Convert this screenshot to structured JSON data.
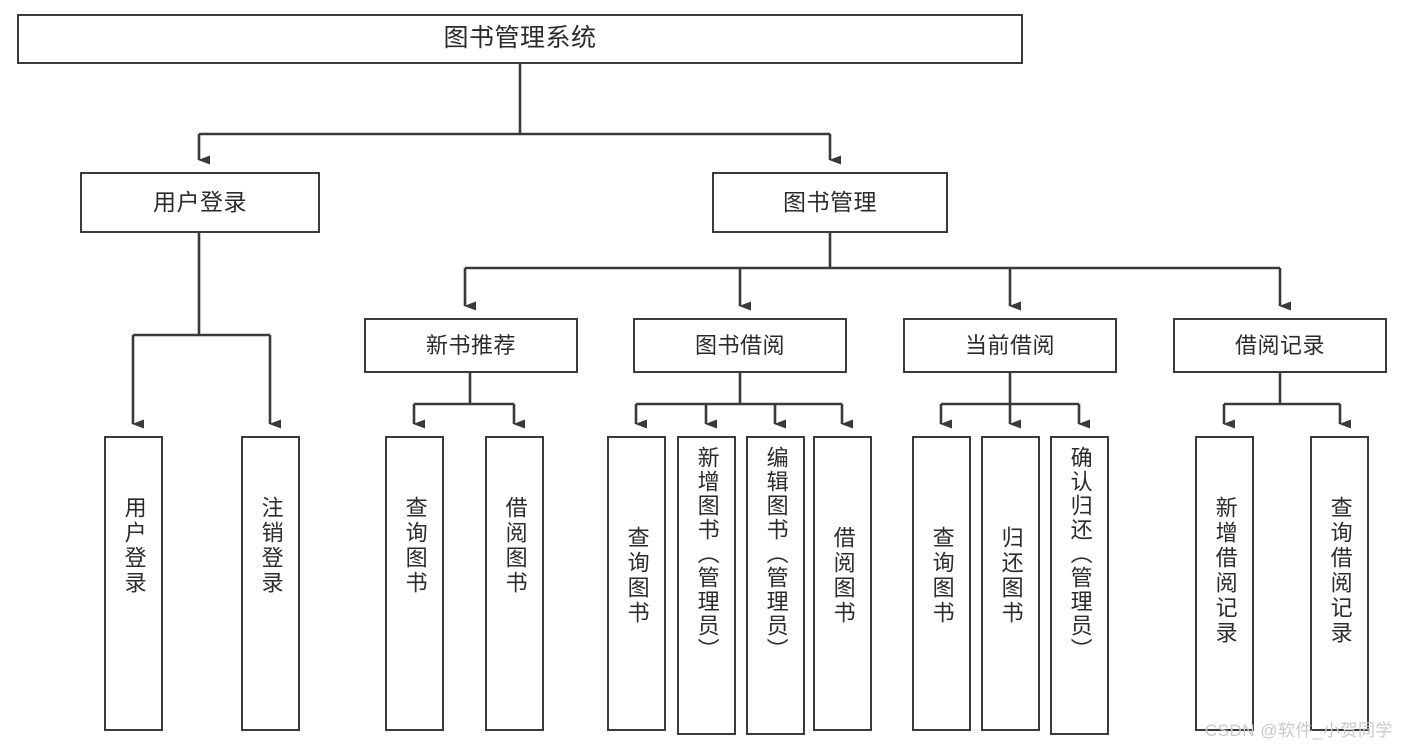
{
  "diagram": {
    "title": "图书管理系统",
    "type": "tree",
    "watermark": "CSDN @软件_小贺同学",
    "colors": {
      "stroke": "#3a3a3a",
      "fill": "#ffffff",
      "text": "#2b2b2b",
      "watermark": "#c9c9c9"
    },
    "nodes": {
      "root": {
        "label": "图书管理系统"
      },
      "level1": [
        {
          "id": "user-login",
          "label": "用户登录"
        },
        {
          "id": "book-manage",
          "label": "图书管理"
        }
      ],
      "level2": [
        {
          "id": "new-book-recommend",
          "label": "新书推荐"
        },
        {
          "id": "book-borrow",
          "label": "图书借阅"
        },
        {
          "id": "current-borrow",
          "label": "当前借阅"
        },
        {
          "id": "borrow-record",
          "label": "借阅记录"
        }
      ],
      "leaves": {
        "user_login": [
          {
            "id": "leaf-user-login",
            "label": "用户登录"
          },
          {
            "id": "leaf-logout-login",
            "label": "注销登录"
          }
        ],
        "new_book_recommend": [
          {
            "id": "leaf-query-book-1",
            "label": "查询图书"
          },
          {
            "id": "leaf-borrow-book-1",
            "label": "借阅图书"
          }
        ],
        "book_borrow": [
          {
            "id": "leaf-query-book-2",
            "label": "查询图书"
          },
          {
            "id": "leaf-add-book",
            "label": "新增图书（管理员）"
          },
          {
            "id": "leaf-edit-book",
            "label": "编辑图书（管理员）"
          },
          {
            "id": "leaf-borrow-book-2",
            "label": "借阅图书"
          }
        ],
        "current_borrow": [
          {
            "id": "leaf-query-book-3",
            "label": "查询图书"
          },
          {
            "id": "leaf-return-book",
            "label": "归还图书"
          },
          {
            "id": "leaf-confirm-return",
            "label": "确认归还（管理员）"
          }
        ],
        "borrow_record": [
          {
            "id": "leaf-add-record",
            "label": "新增借阅记录"
          },
          {
            "id": "leaf-query-record",
            "label": "查询借阅记录"
          }
        ]
      }
    }
  }
}
